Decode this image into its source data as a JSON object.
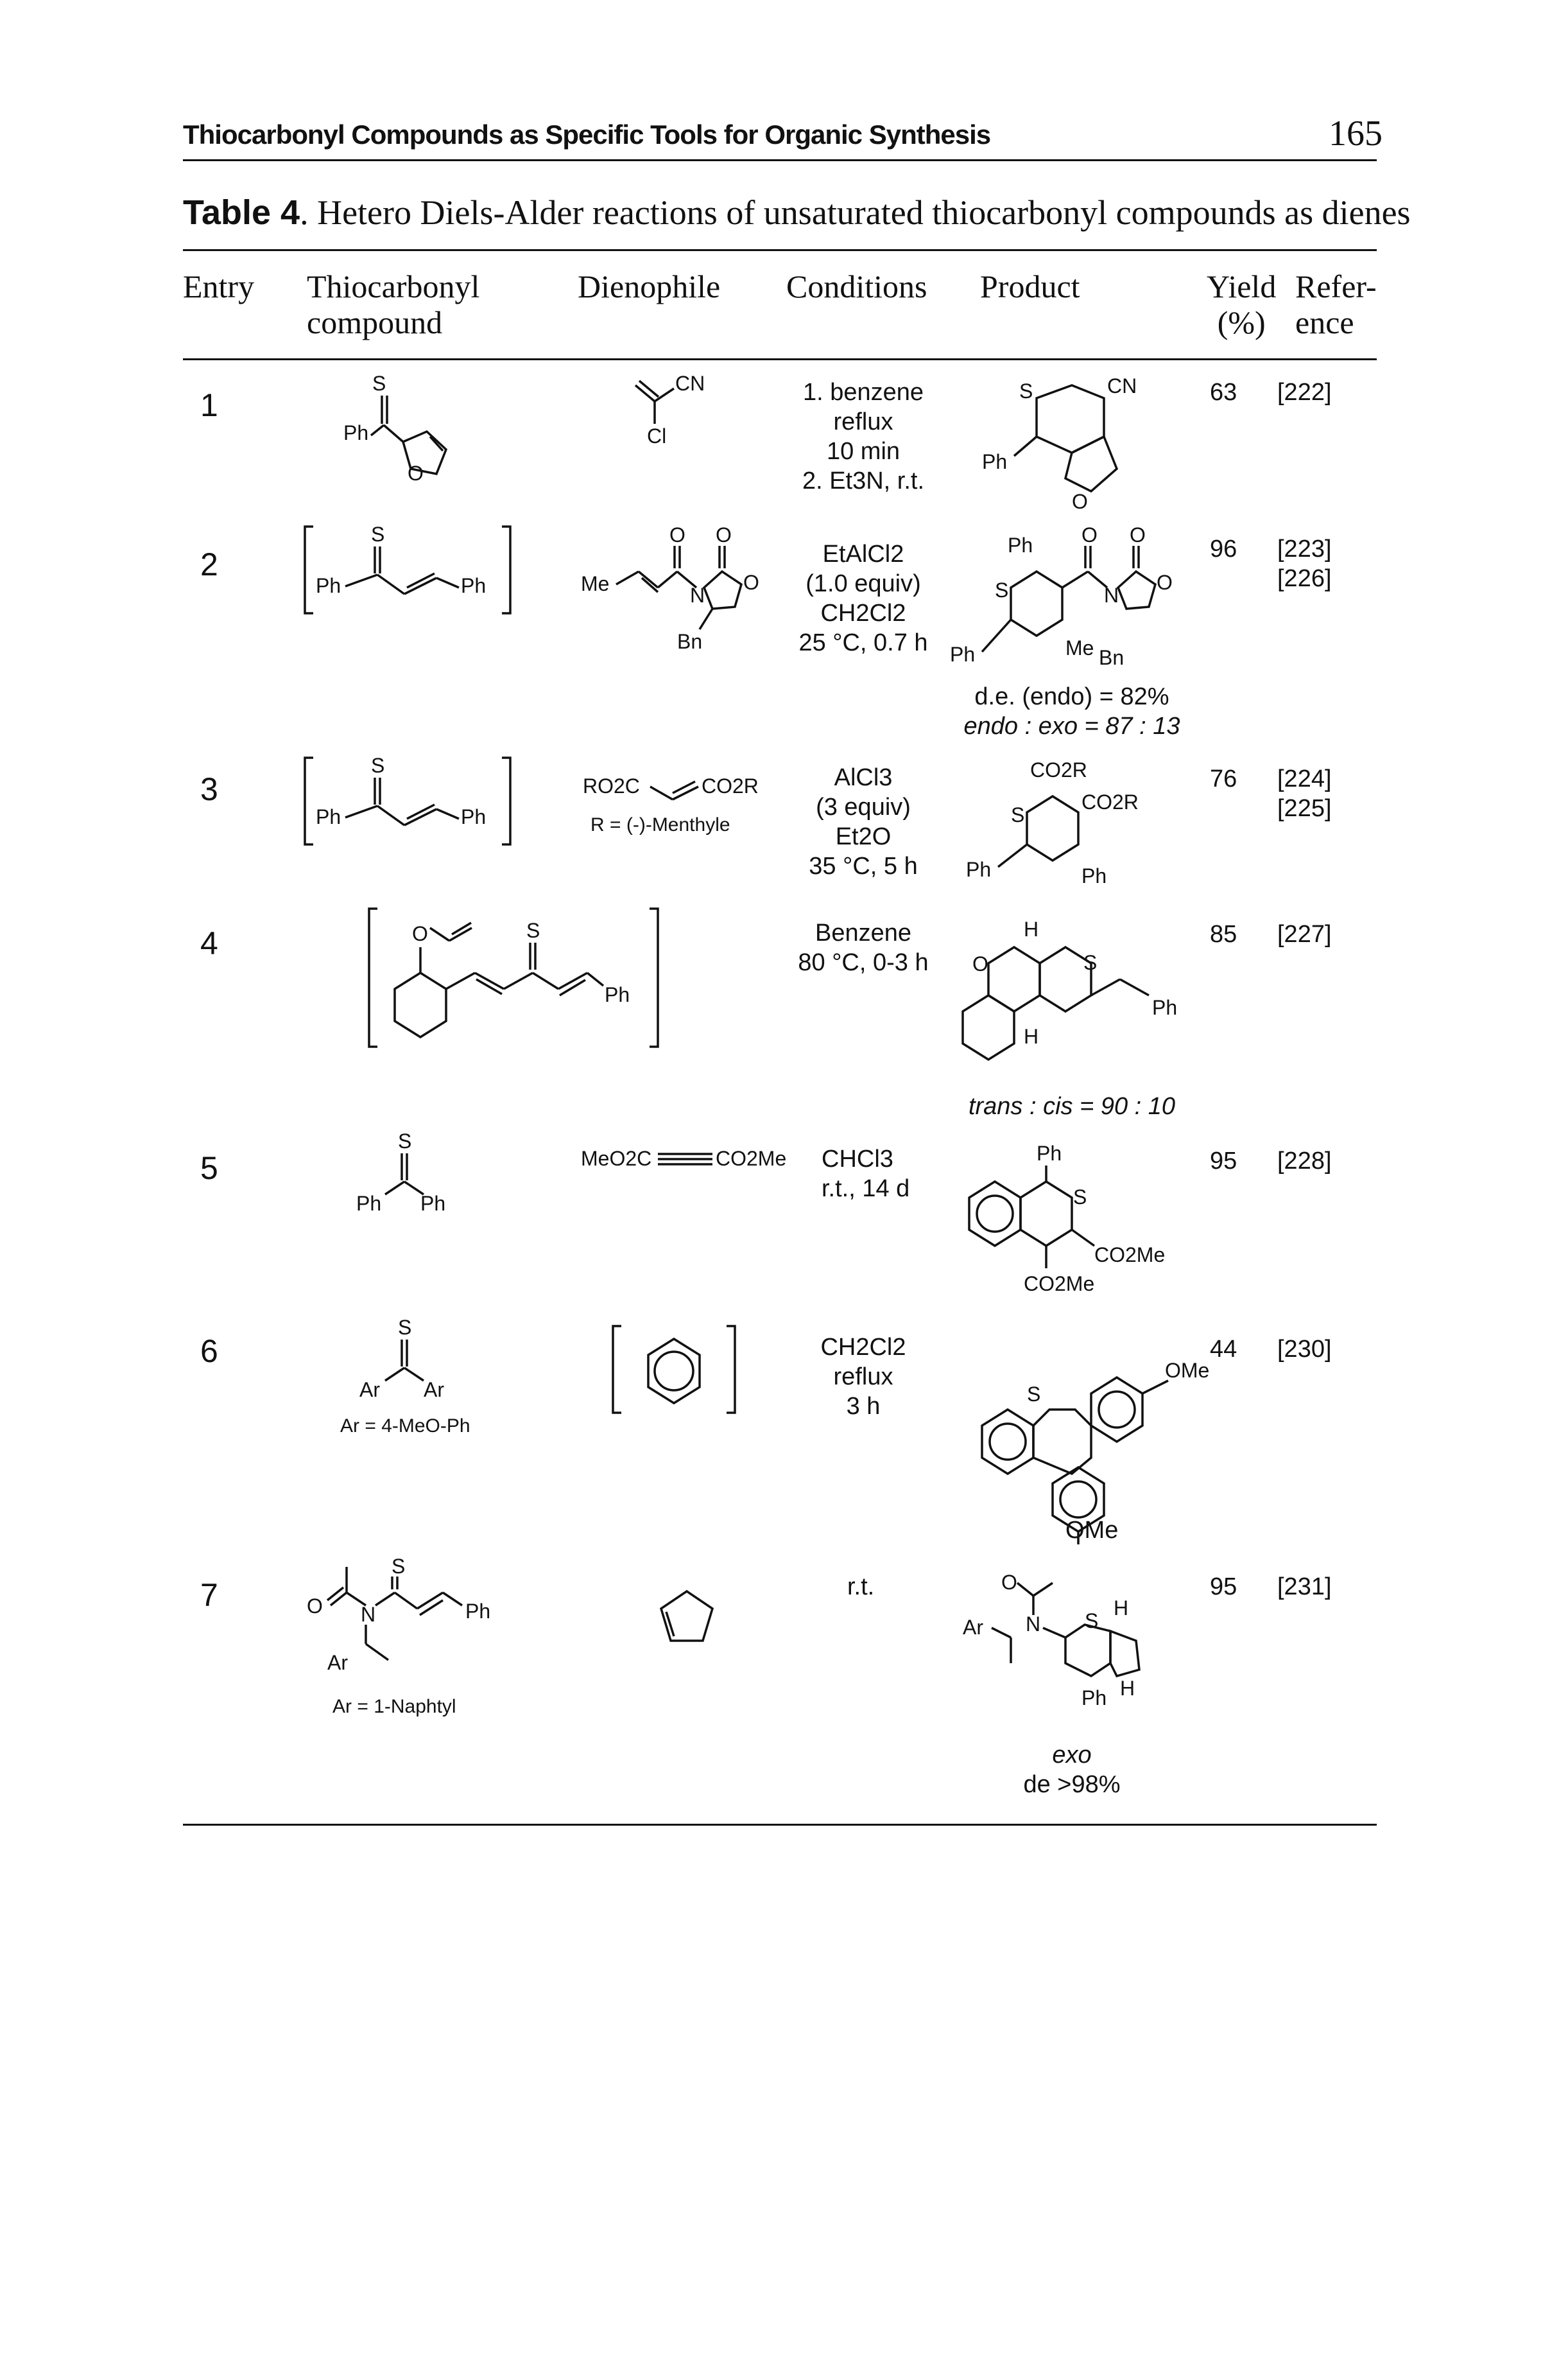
{
  "header": {
    "title": "Thiocarbonyl Compounds as Specific Tools for Organic Synthesis",
    "page": "165"
  },
  "caption": {
    "label": "Table 4",
    "text": ". Hetero Diels-Alder reactions of unsaturated thiocarbonyl compounds as dienes"
  },
  "columns": {
    "entry": "Entry",
    "thio_1": "Thiocarbonyl",
    "thio_2": "compound",
    "dienophile": "Dienophile",
    "conditions": "Conditions",
    "product": "Product",
    "yield_1": "Yield",
    "yield_2": "(%)",
    "ref_1": "Refer-",
    "ref_2": "ence"
  },
  "rows": [
    {
      "entry": "1",
      "conditions": [
        "1. benzene",
        "reflux",
        "10 min",
        "2. Et3N, r.t."
      ],
      "yield": "63",
      "ref": [
        "[222]"
      ]
    },
    {
      "entry": "2",
      "conditions": [
        "EtAlCl2",
        "(1.0 equiv)",
        "CH2Cl2",
        "25 °C, 0.7 h"
      ],
      "yield": "96",
      "ref": [
        "[223]",
        "[226]"
      ],
      "notes": [
        "d.e. (endo) = 82%",
        "endo : exo = 87 : 13"
      ]
    },
    {
      "entry": "3",
      "conditions": [
        "AlCl3",
        "(3 equiv)",
        "Et2O",
        "35 °C, 5 h"
      ],
      "yield": "76",
      "ref": [
        "[224]",
        "[225]"
      ],
      "dienophile_note": "R = (-)-Menthyle"
    },
    {
      "entry": "4",
      "conditions": [
        "Benzene",
        "80 °C, 0-3 h"
      ],
      "yield": "85",
      "ref": [
        "[227]"
      ],
      "notes": [
        "trans : cis = 90 : 10"
      ]
    },
    {
      "entry": "5",
      "conditions": [
        "CHCl3",
        "r.t., 14 d"
      ],
      "yield": "95",
      "ref": [
        "[228]"
      ]
    },
    {
      "entry": "6",
      "conditions": [
        "CH2Cl2",
        "reflux",
        "3 h"
      ],
      "yield": "44",
      "ref": [
        "[230]"
      ],
      "thio_note": "Ar = 4-MeO-Ph"
    },
    {
      "entry": "7",
      "conditions": [
        "r.t."
      ],
      "yield": "95",
      "ref": [
        "[231]"
      ],
      "thio_note": "Ar = 1-Naphtyl",
      "notes": [
        "exo",
        "de >98%"
      ]
    }
  ],
  "labels": {
    "Ph": "Ph",
    "S": "S",
    "O": "O",
    "N": "N",
    "CN": "CN",
    "Cl": "Cl",
    "Me": "Me",
    "Bn": "Bn",
    "Ar": "Ar",
    "H": "H",
    "OMe": "OMe",
    "CO2R": "CO2R",
    "CO2Me": "CO2Me",
    "RO2C": "RO2C",
    "MeO2C": "MeO2C"
  }
}
